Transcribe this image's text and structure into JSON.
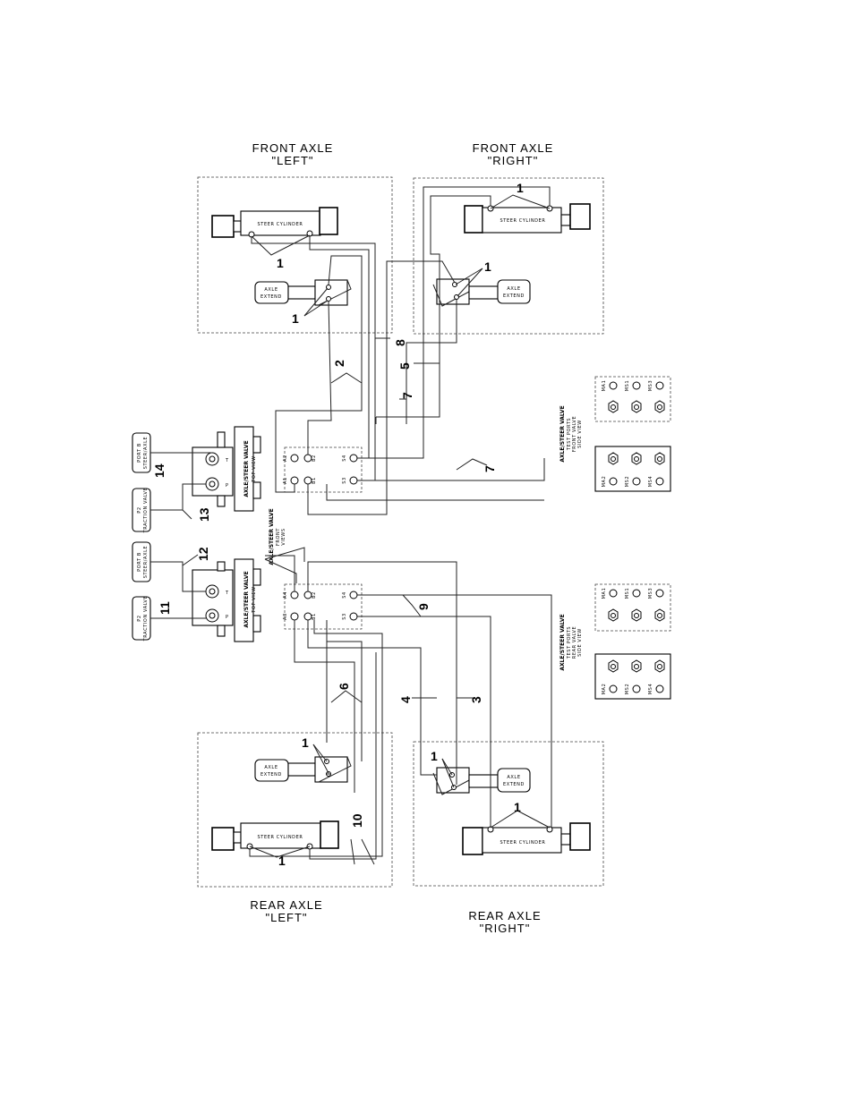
{
  "titles": {
    "front_left": [
      "FRONT AXLE",
      "\"LEFT\""
    ],
    "front_right": [
      "FRONT AXLE",
      "\"RIGHT\""
    ],
    "rear_left": [
      "REAR AXLE",
      "\"LEFT\""
    ],
    "rear_right": [
      "REAR AXLE",
      "\"RIGHT\""
    ]
  },
  "components": {
    "steer_cylinder": "STEER CYLINDER",
    "axle_extend": [
      "AXLE",
      "EXTEND"
    ],
    "axle_steer_valve": "AXLE/STEER VALVE",
    "top_view": "TOP VIEW",
    "front_view": [
      "AXLE/STEER VALVE",
      "FRONT",
      "VIEWS"
    ],
    "side_view_front": [
      "AXLE/STEER VALVE",
      "TEST PORTS",
      "FRONT VALVE",
      "SIDE VIEW"
    ],
    "side_view_rear": [
      "AXLE/STEER VALVE",
      "TEST PORTS",
      "REAR VALVE",
      "SIDE VIEW"
    ],
    "port_steer_axle": [
      "PORT B",
      "STEER/AXLE"
    ],
    "traction_valve": [
      "P2",
      "TRACTION VALVE"
    ]
  },
  "port_labels": {
    "upper_left": [
      "A2",
      "A1"
    ],
    "upper_mid": [
      "B2",
      "B1"
    ],
    "upper_right": [
      "S4",
      "S3"
    ],
    "lower_left": [
      "A4",
      "A3"
    ],
    "lower_mid": [
      "B2",
      "B1"
    ],
    "lower_right": [
      "S4",
      "S3"
    ],
    "valve_T": "T",
    "valve_P": "P",
    "test_front_top": [
      "MA1",
      "MS1",
      "MS3"
    ],
    "test_front_bottom": [
      "MA2",
      "MS2",
      "MS4"
    ],
    "test_rear_top": [
      "MA1",
      "MS1",
      "MS3"
    ],
    "test_rear_bottom": [
      "MA2",
      "MS2",
      "MS4"
    ]
  },
  "callouts": {
    "n1": "1",
    "n2": "2",
    "n3": "3",
    "n4": "4",
    "n5": "5",
    "n6": "6",
    "n7": "7",
    "n8": "8",
    "n9": "9",
    "n10": "10",
    "n11": "11",
    "n12": "12",
    "n13": "13",
    "n14": "14"
  }
}
